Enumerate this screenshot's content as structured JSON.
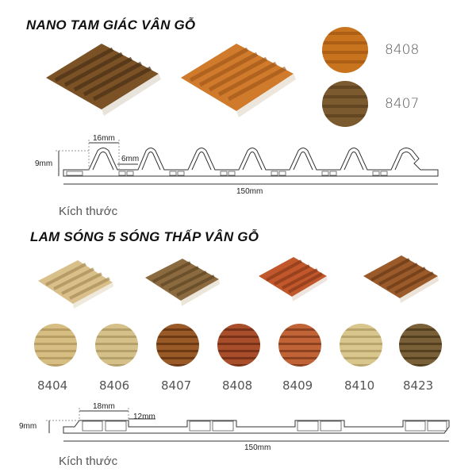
{
  "section1": {
    "title": "NANO TAM GIÁC VÂN GỖ",
    "swatches": [
      {
        "code": "8408",
        "color": "#c8741e",
        "stripe": "#a85a14"
      },
      {
        "code": "8407",
        "color": "#7a5a2e",
        "stripe": "#5e4220"
      }
    ],
    "panels": [
      {
        "color": "#7a5226",
        "dark": "#4a3016"
      },
      {
        "color": "#d07a2c",
        "dark": "#9c5418"
      }
    ],
    "dims": {
      "pitch": "16mm",
      "gap": "6mm",
      "height": "9mm",
      "width": "150mm"
    },
    "caption": "Kích thước"
  },
  "section2": {
    "title": "LAM SÓNG 5 SÓNG THẤP VÂN GỖ",
    "panels": [
      {
        "color": "#d9c08a",
        "dark": "#a88c58"
      },
      {
        "color": "#8a6a3e",
        "dark": "#5e4624"
      },
      {
        "color": "#c0582c",
        "dark": "#8a3818"
      },
      {
        "color": "#9a5a2a",
        "dark": "#6a3a16"
      }
    ],
    "swatches": [
      {
        "code": "8404",
        "color": "#d6bd82",
        "stripe": "#b89e64"
      },
      {
        "code": "8406",
        "color": "#d4c088",
        "stripe": "#b4a06a"
      },
      {
        "code": "8407",
        "color": "#9a5a28",
        "stripe": "#6e3a14"
      },
      {
        "code": "8408",
        "color": "#a84e2a",
        "stripe": "#7a3218"
      },
      {
        "code": "8409",
        "color": "#c06438",
        "stripe": "#8e4220"
      },
      {
        "code": "8410",
        "color": "#d8c68c",
        "stripe": "#b8a46c"
      },
      {
        "code": "8423",
        "color": "#7a6038",
        "stripe": "#54401e"
      }
    ],
    "dims": {
      "pitch": "18mm",
      "gap": "12mm",
      "height": "9mm",
      "width": "150mm"
    },
    "caption": "Kích thước"
  }
}
